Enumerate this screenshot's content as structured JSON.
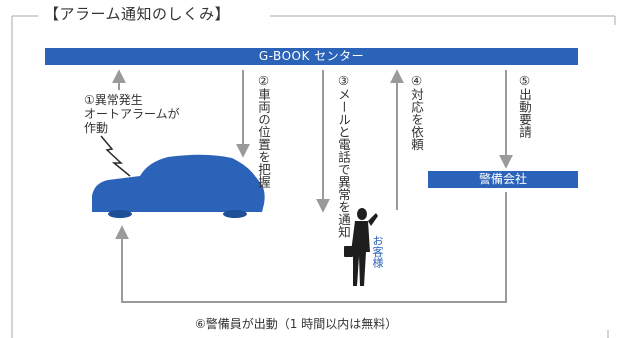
{
  "title": "【アラーム通知のしくみ】",
  "center_label": "G-BOOK センター",
  "security_company_label": "警備会社",
  "customer_label": "お客様",
  "steps": {
    "step1": {
      "num": "①",
      "line1": "異常発生",
      "line2": "オートアラームが",
      "line3": "作動"
    },
    "step2": {
      "num": "②",
      "text": "車両の位置を把握"
    },
    "step3": {
      "num": "③",
      "text": "メールと電話で異常を通知"
    },
    "step4": {
      "num": "④",
      "text": "対応を依頼"
    },
    "step5": {
      "num": "⑤",
      "text": "出動要請"
    },
    "step6": {
      "num": "⑥",
      "text": "警備員が出動（1 時間以内は無料）"
    }
  },
  "colors": {
    "accent_blue": "#2b63b8",
    "arrow_gray": "#999999",
    "frame_gray": "#aaaaaa"
  }
}
